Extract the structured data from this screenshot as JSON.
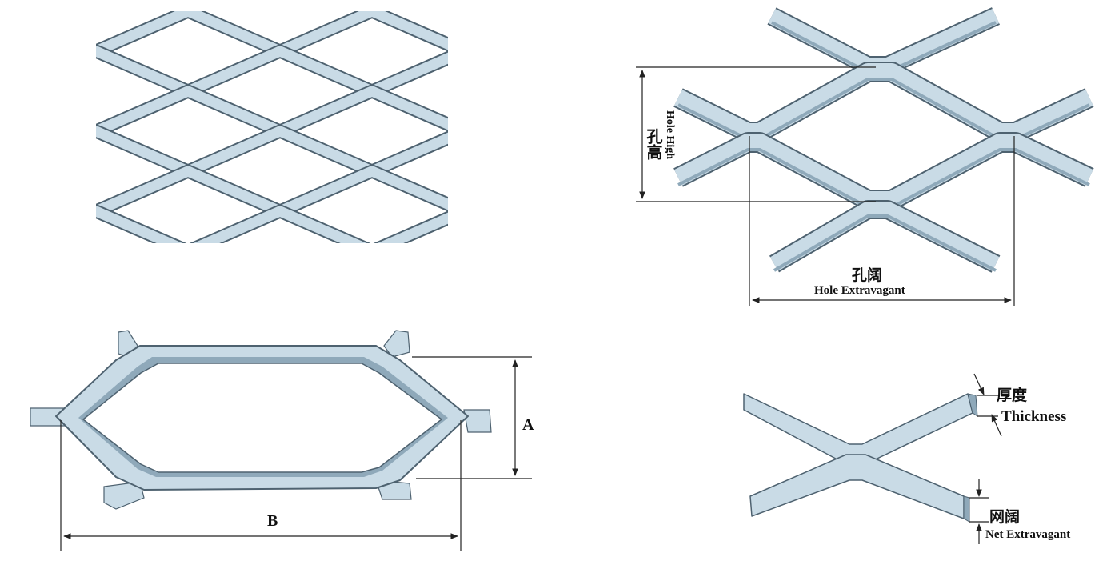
{
  "labels": {
    "hole_high_cn": "孔高",
    "hole_high_en": "Hole High",
    "hole_extravagant_cn": "孔阔",
    "hole_extravagant_en": "Hole Extravagant",
    "dim_a": "A",
    "dim_b": "B",
    "thickness_cn": "厚度",
    "thickness_en": "Thickness",
    "net_extravagant_cn": "网阔",
    "net_extravagant_en": "Net Extravagant"
  },
  "colors": {
    "metal_face": "#c9dbe6",
    "metal_shadow": "#8fa9ba",
    "metal_edge": "#4e6270",
    "line": "#222222"
  }
}
